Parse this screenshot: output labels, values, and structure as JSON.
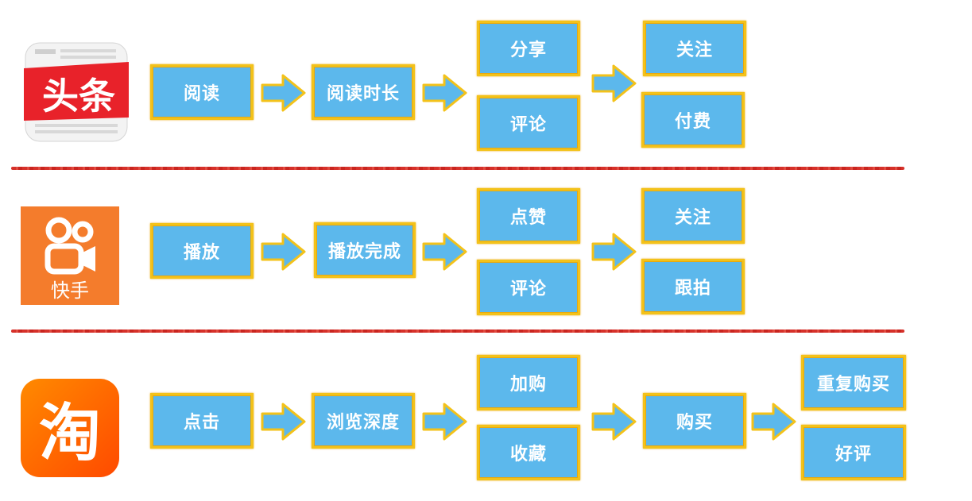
{
  "rows": [
    {
      "app": "toutiao",
      "logo_text": "头条",
      "steps": {
        "a": "阅读",
        "b": "阅读时长",
        "c_top": "分享",
        "c_bottom": "评论",
        "d_top": "关注",
        "d_bottom": "付费"
      }
    },
    {
      "app": "kuaishou",
      "logo_text": "快手",
      "steps": {
        "a": "播放",
        "b": "播放完成",
        "c_top": "点赞",
        "c_bottom": "评论",
        "d_top": "关注",
        "d_bottom": "跟拍"
      }
    },
    {
      "app": "taobao",
      "logo_text": "淘",
      "steps": {
        "a": "点击",
        "b": "浏览深度",
        "c_top": "加购",
        "c_bottom": "收藏",
        "d": "购买",
        "e_top": "重复购买",
        "e_bottom": "好评"
      }
    }
  ],
  "colors": {
    "box_fill": "#5cb8ec",
    "box_border": "#f3c21a",
    "divider": "#d6312a",
    "toutiao_red": "#e8222a",
    "kuaishou_orange": "#f47c2c",
    "taobao_orange": "#ff5a00"
  }
}
